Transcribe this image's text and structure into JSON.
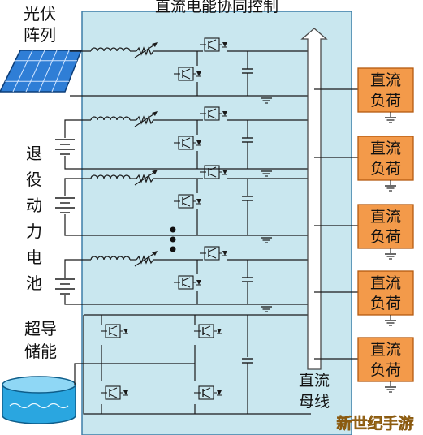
{
  "title": "直流电能协同控制",
  "sources": {
    "pv": [
      "光伏",
      "阵列"
    ],
    "battery": [
      "退",
      "役",
      "动",
      "力",
      "电",
      "池"
    ],
    "sc": [
      "超导",
      "储能"
    ]
  },
  "bus_label": [
    "直流",
    "母线"
  ],
  "load_label": [
    "直流",
    "负荷"
  ],
  "load_count": 5,
  "converter_count": 4,
  "watermark": "新世纪手游",
  "colors": {
    "panel": "#c9e7ef",
    "panel_border": "#3d7fa8",
    "load_fill": "#f39a4a",
    "load_border": "#b55a10",
    "bus_arrow": "#ffffff",
    "line": "#1a1a1a",
    "pv_cell": "#2f7ed6"
  }
}
